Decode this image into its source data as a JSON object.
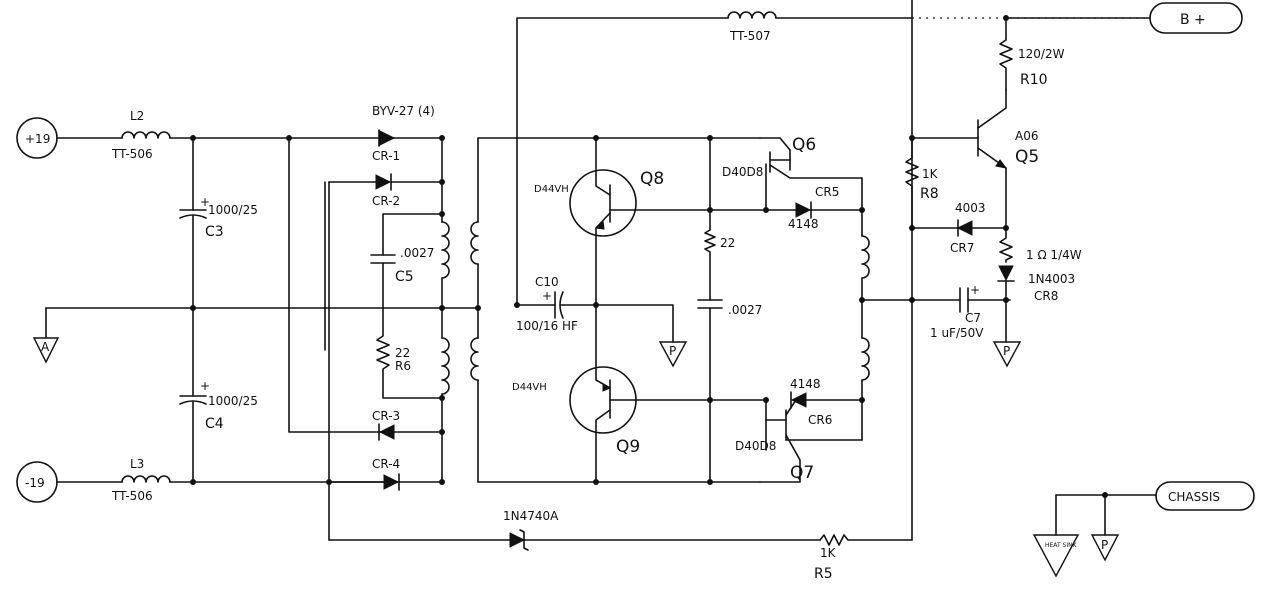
{
  "terminals": {
    "plus19": "+19",
    "minus19": "-19",
    "b_plus": "B +",
    "chassis": "CHASSIS"
  },
  "grounds": {
    "a": "A",
    "p": "P",
    "heat_sink": "HEAT SINK"
  },
  "inductors": {
    "l2": {
      "ref": "L2",
      "part": "TT-506"
    },
    "l3": {
      "ref": "L3",
      "part": "TT-506"
    },
    "top": {
      "part": "TT-507"
    }
  },
  "capacitors": {
    "c3": {
      "ref": "C3",
      "value": "1000/25"
    },
    "c4": {
      "ref": "C4",
      "value": "1000/25"
    },
    "c5": {
      "ref": "C5",
      "value": ".0027"
    },
    "c10": {
      "ref": "C10",
      "value": "100/16 HF"
    },
    "c_mid": {
      "value": ".0027"
    },
    "c7": {
      "ref": "C7",
      "value": "1 uF/50V"
    }
  },
  "diodes": {
    "bridge": "BYV-27 (4)",
    "cr1": "CR-1",
    "cr2": "CR-2",
    "cr3": "CR-3",
    "cr4": "CR-4",
    "cr5": {
      "ref": "CR5",
      "part": "4148"
    },
    "cr6": {
      "ref": "CR6",
      "part": "4148"
    },
    "cr7": {
      "ref": "CR7",
      "part": "4003"
    },
    "cr8": {
      "ref": "CR8",
      "part": "1N4003"
    },
    "zener": "1N4740A"
  },
  "resistors": {
    "r6": {
      "ref": "R6",
      "value": "22"
    },
    "r_mid": {
      "value": "22"
    },
    "r8": {
      "ref": "R8",
      "value": "1K"
    },
    "r10": {
      "ref": "R10",
      "value": "120/2W"
    },
    "r_small": {
      "value": "1 Ω 1/4W"
    },
    "r5": {
      "ref": "R5",
      "value": "1K"
    }
  },
  "transistors": {
    "q8": {
      "ref": "Q8",
      "part": "D44VH"
    },
    "q9": {
      "ref": "Q9",
      "part": "D44VH"
    },
    "q6": {
      "ref": "Q6",
      "part": "D40D8"
    },
    "q7": {
      "ref": "Q7",
      "part": "D40D8"
    },
    "q5": {
      "ref": "Q5",
      "part": "A06"
    }
  }
}
